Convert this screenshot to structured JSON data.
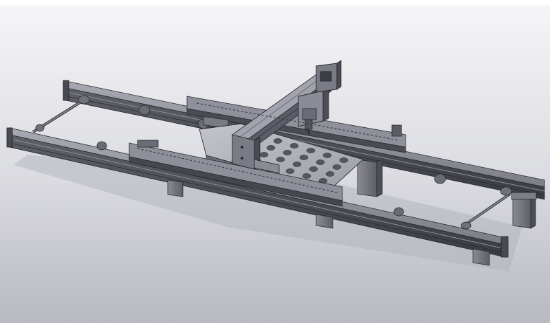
{
  "scene": {
    "subject": "gantry-xy-stage-cad-render",
    "colors": {
      "bg_top": "#f5f5f7",
      "bg_bottom": "#b9bac2",
      "metal_light": "#9a9ba4",
      "metal_mid": "#6f7079",
      "metal_dark": "#3d3e45",
      "edge": "#1f2025",
      "shadow": "#8d8e97",
      "plate": "#b4b5bd",
      "hole": "#55565e"
    },
    "icons": [
      "rail-profile",
      "support-leg",
      "drive-shaft",
      "carriage",
      "gantry-beam",
      "tool-head",
      "perforated-bed"
    ]
  }
}
